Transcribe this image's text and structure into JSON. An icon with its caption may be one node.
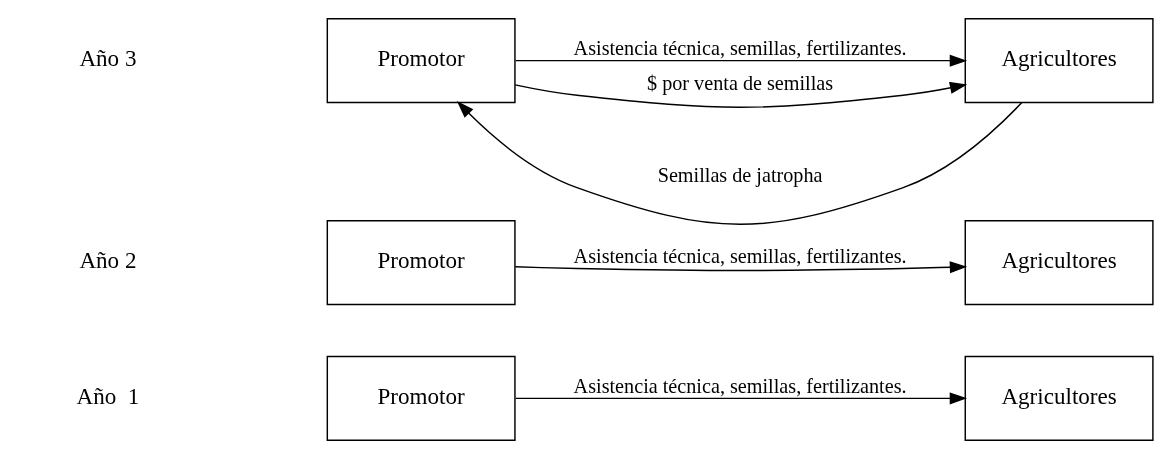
{
  "diagram": {
    "nodes": [
      {
        "text": [
          "Promotor"
        ]
      },
      {
        "text": [
          "Agricultores"
        ]
      },
      {
        "text": [
          "Promotor"
        ]
      },
      {
        "text": [
          "Agricultores"
        ]
      },
      {
        "text": [
          "Promotor"
        ]
      },
      {
        "text": [
          "Agricultores"
        ]
      }
    ],
    "edges": [
      {
        "from": 0,
        "to": 1,
        "arrow": "to",
        "label": "Asistencia técnica, semillas, fertilizantes."
      },
      {
        "from": 2,
        "to": 3,
        "arrow": "to",
        "label": "Asistencia técnica, semillas, fertilizantes."
      },
      {
        "from": 4,
        "to": 5,
        "arrow": "to",
        "label": "Asistencia técnica, semillas, fertilizantes."
      },
      {
        "from": 5,
        "to": 4,
        "arrow": "to",
        "label": "Semillas de jatropha"
      },
      {
        "from": 4,
        "to": 5,
        "arrow": "to",
        "label": "$ por venta de semillas"
      }
    ],
    "labels": [
      "Año  1",
      "Año 2",
      "Año 3"
    ]
  }
}
